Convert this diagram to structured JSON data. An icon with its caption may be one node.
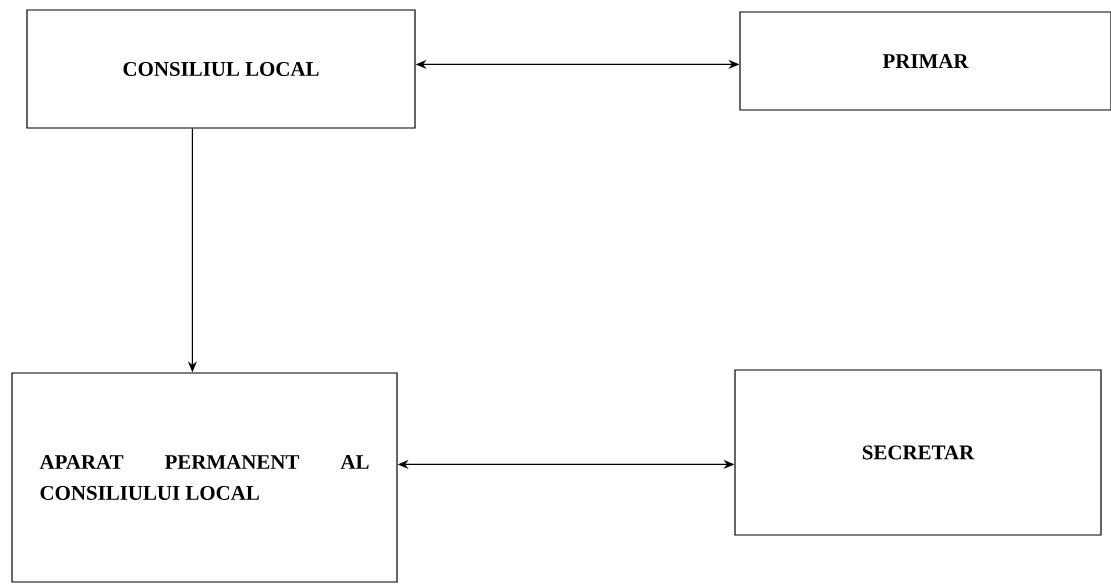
{
  "diagram": {
    "nodes": [
      {
        "text": [
          "CONSILIUL LOCAL"
        ]
      },
      {
        "text": [
          "PRIMAR"
        ]
      },
      {
        "text": [
          "APARAT PERMANENT AL CONSILIULUI LOCAL"
        ]
      },
      {
        "text": [
          "SECRETAR"
        ]
      }
    ],
    "edges": [
      {
        "from": 0,
        "to": 1,
        "arrow": "both"
      },
      {
        "from": 0,
        "to": 2,
        "arrow": "to"
      },
      {
        "from": 2,
        "to": 3,
        "arrow": "both"
      }
    ]
  }
}
